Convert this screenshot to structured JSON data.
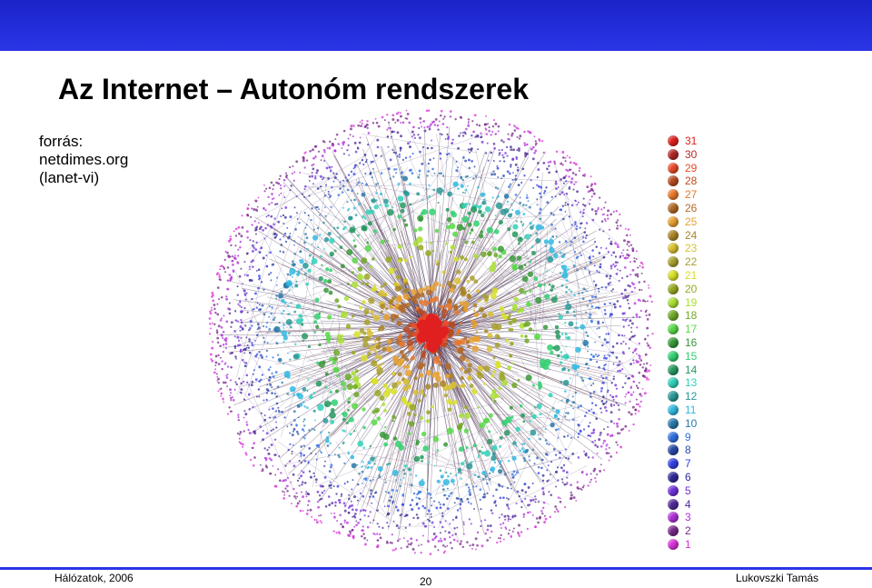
{
  "slide": {
    "title": "Az Internet – Autonóm rendszerek",
    "source_lines": [
      "forrás:",
      "netdimes.org",
      "(lanet-vi)"
    ]
  },
  "legend": {
    "items": [
      {
        "label": "31",
        "color": "#e02020"
      },
      {
        "label": "30",
        "color": "#b02828"
      },
      {
        "label": "29",
        "color": "#e84a28"
      },
      {
        "label": "28",
        "color": "#b84a20"
      },
      {
        "label": "27",
        "color": "#e8782a"
      },
      {
        "label": "26",
        "color": "#b06a28"
      },
      {
        "label": "25",
        "color": "#e8a030"
      },
      {
        "label": "24",
        "color": "#a88428"
      },
      {
        "label": "23",
        "color": "#d8c030"
      },
      {
        "label": "22",
        "color": "#a8a030"
      },
      {
        "label": "21",
        "color": "#d8e028"
      },
      {
        "label": "20",
        "color": "#98a820"
      },
      {
        "label": "19",
        "color": "#a8e030"
      },
      {
        "label": "18",
        "color": "#70a828"
      },
      {
        "label": "17",
        "color": "#58d848"
      },
      {
        "label": "16",
        "color": "#389838"
      },
      {
        "label": "15",
        "color": "#30d070"
      },
      {
        "label": "14",
        "color": "#289860"
      },
      {
        "label": "13",
        "color": "#30d0b8"
      },
      {
        "label": "12",
        "color": "#2a9898"
      },
      {
        "label": "11",
        "color": "#30b8e0"
      },
      {
        "label": "10",
        "color": "#2878a8"
      },
      {
        "label": "9",
        "color": "#3070e0"
      },
      {
        "label": "8",
        "color": "#2848a8"
      },
      {
        "label": "7",
        "color": "#3040e0"
      },
      {
        "label": "6",
        "color": "#302898"
      },
      {
        "label": "5",
        "color": "#7030d8"
      },
      {
        "label": "4",
        "color": "#502898"
      },
      {
        "label": "3",
        "color": "#b030d8"
      },
      {
        "label": "2",
        "color": "#782888"
      },
      {
        "label": "1",
        "color": "#d830d8"
      }
    ]
  },
  "footer": {
    "left": "Hálózatok, 2006",
    "page_number": "20",
    "right": "Lukovszki Tamás"
  },
  "colors": {
    "band": "#2a35e6",
    "footer_line": "#2a35e6"
  }
}
